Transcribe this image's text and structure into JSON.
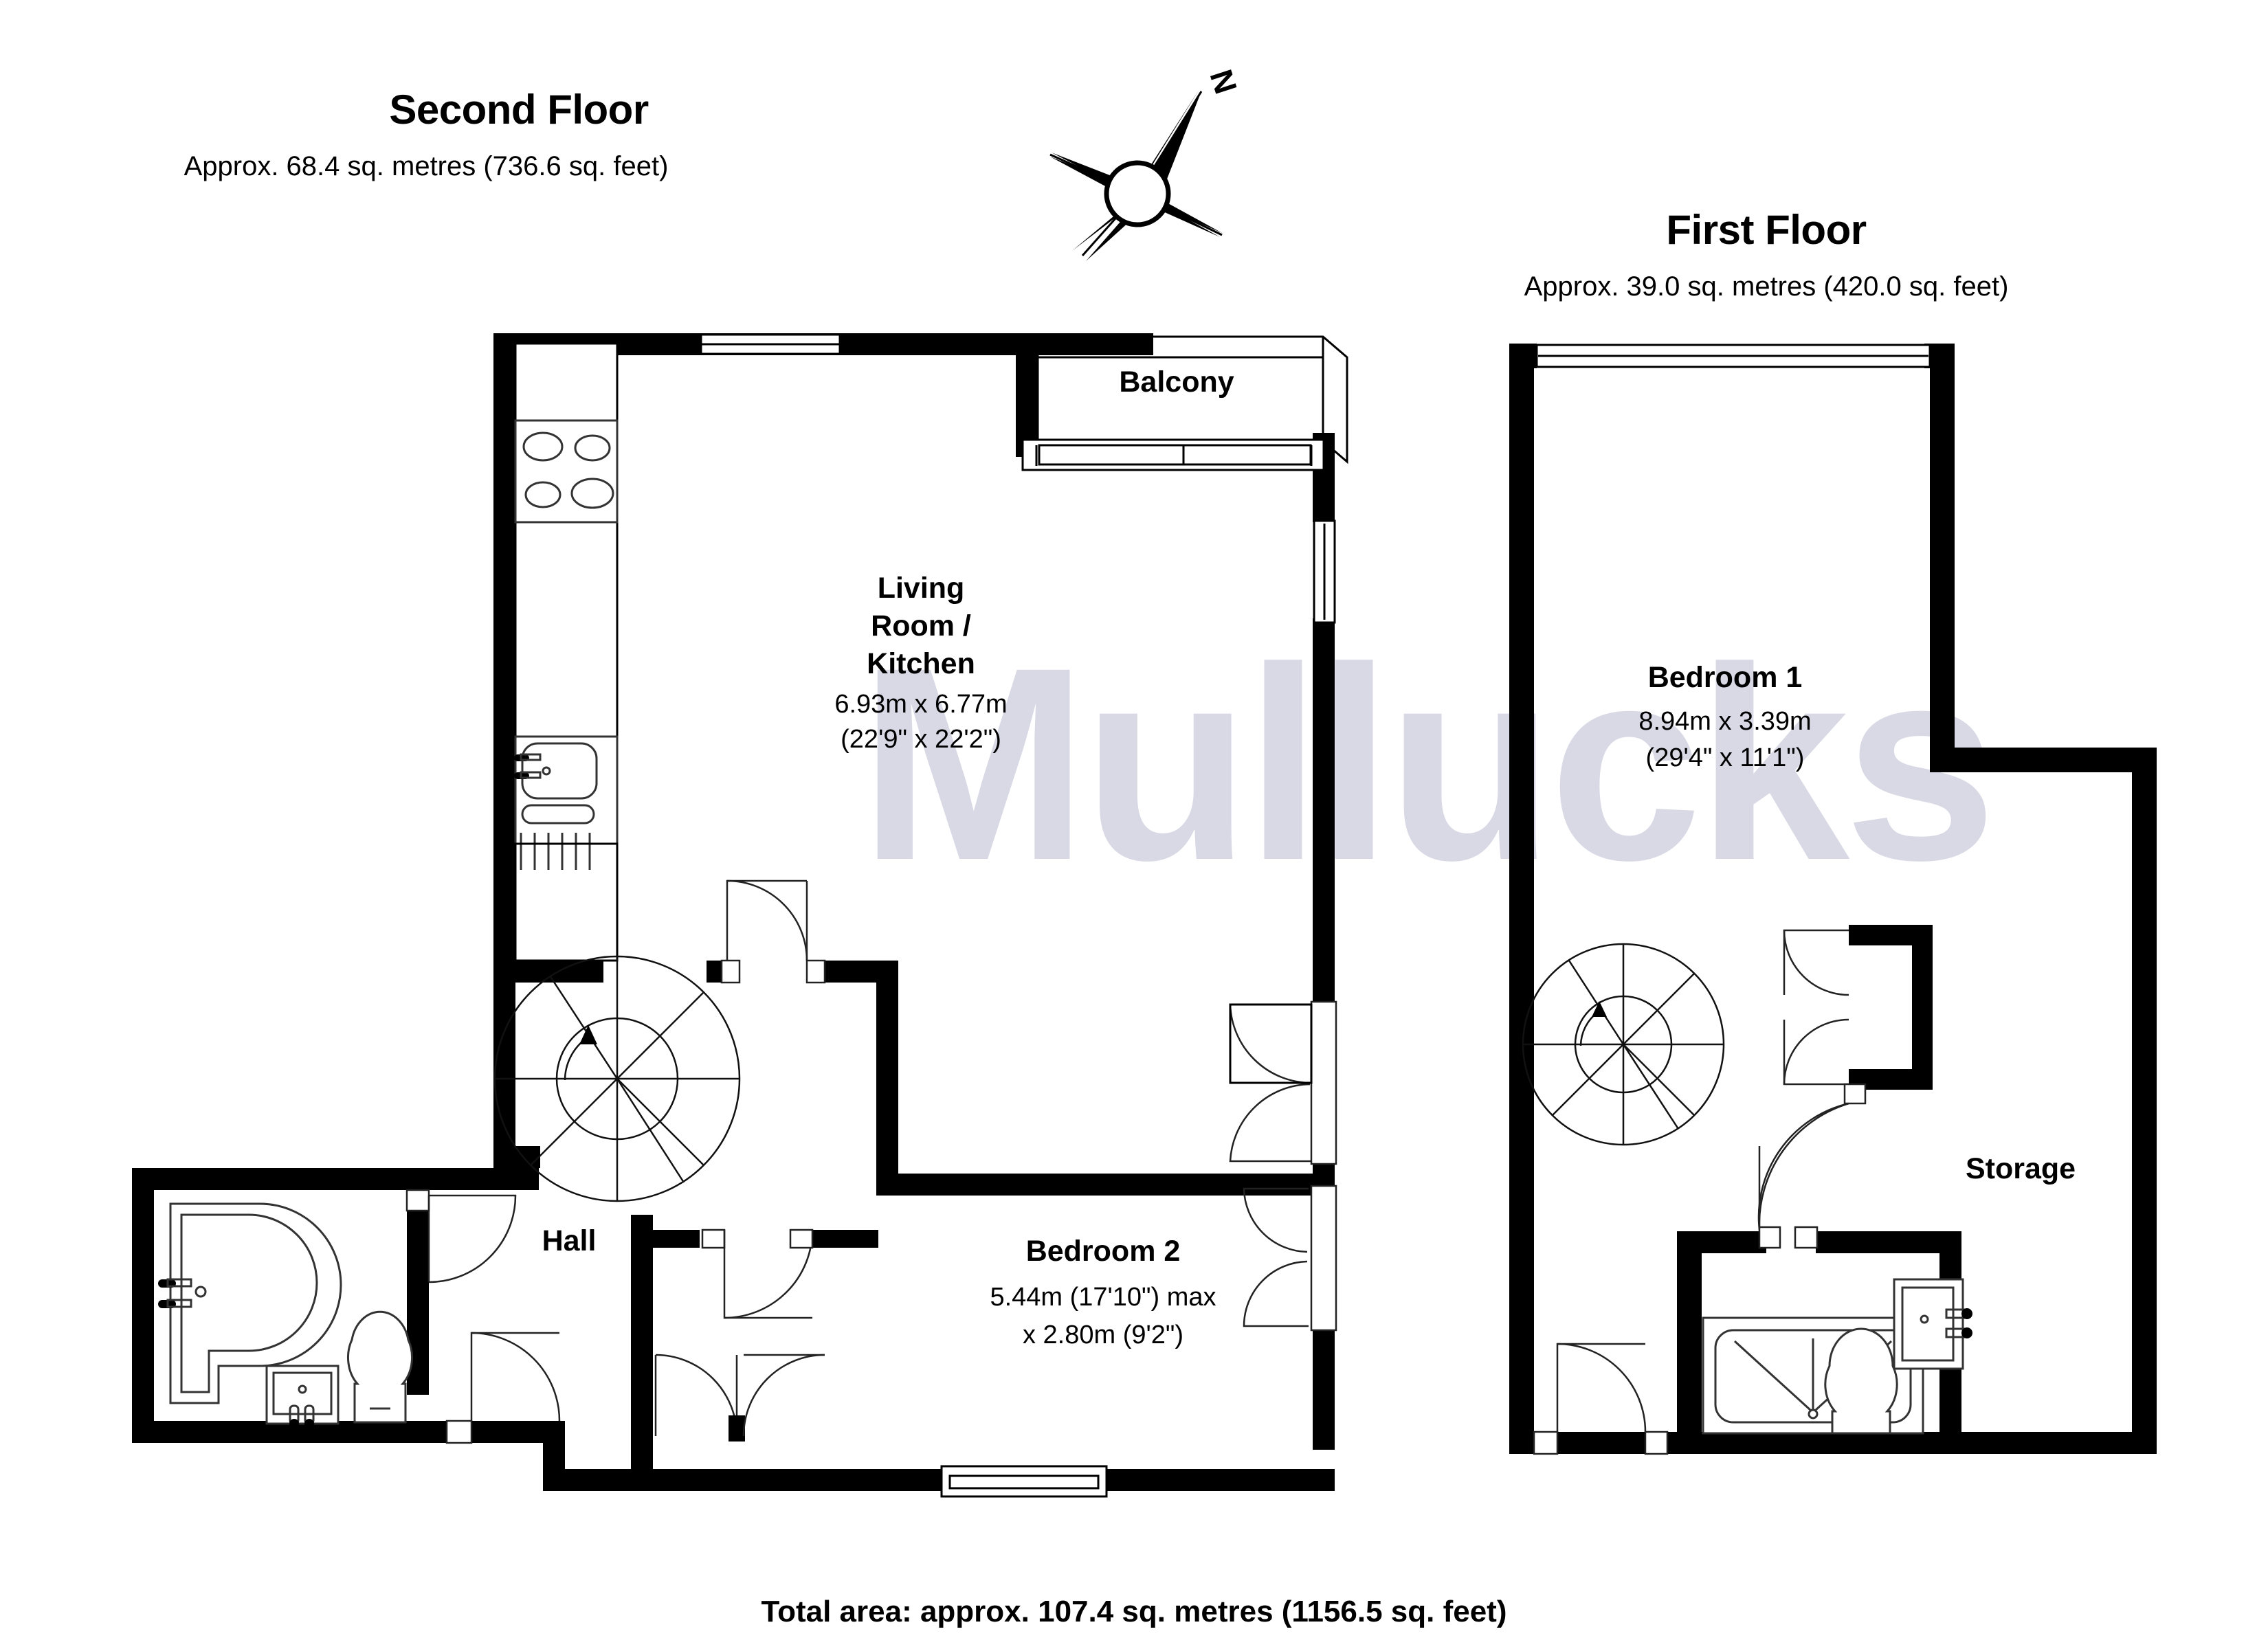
{
  "document": {
    "type": "floor-plan",
    "watermark": "Mullucks",
    "watermark_color": "#d9d9e6",
    "ink_color": "#000000",
    "background": "#ffffff"
  },
  "compass": {
    "name": "north-compass-rose",
    "north_label": "N"
  },
  "floors": [
    {
      "id": "second-floor",
      "title": "Second Floor",
      "area": "Approx. 68.4 sq. metres (736.6 sq. feet)",
      "rooms": [
        {
          "id": "living-room-kitchen",
          "name_lines": [
            "Living",
            "Room /",
            "Kitchen"
          ],
          "name": "Living Room / Kitchen",
          "dim_metric": "6.93m x 6.77m",
          "dim_imperial": "(22'9\" x 22'2\")"
        },
        {
          "id": "balcony",
          "name": "Balcony",
          "dim_metric": "",
          "dim_imperial": ""
        },
        {
          "id": "hall",
          "name": "Hall",
          "dim_metric": "",
          "dim_imperial": ""
        },
        {
          "id": "bedroom-2",
          "name": "Bedroom 2",
          "dim_metric": "5.44m (17'10\") max",
          "dim_imperial": "x 2.80m (9'2\")"
        }
      ],
      "fixtures": [
        "hob",
        "sink",
        "drainer",
        "bath",
        "wash-basin",
        "wc",
        "stairs-up",
        "wardrobe"
      ]
    },
    {
      "id": "first-floor",
      "title": "First Floor",
      "area": "Approx. 39.0 sq. metres (420.0 sq. feet)",
      "rooms": [
        {
          "id": "bedroom-1",
          "name": "Bedroom 1",
          "dim_metric": "8.94m x 3.39m",
          "dim_imperial": "(29'4\" x 11'1\")"
        },
        {
          "id": "storage",
          "name": "Storage",
          "dim_metric": "",
          "dim_imperial": ""
        }
      ],
      "fixtures": [
        "shower-tray",
        "wash-basin",
        "wc",
        "stairs-up",
        "storage-doors"
      ]
    }
  ],
  "footer": {
    "total_area": "Total area: approx. 107.4 sq. metres (1156.5 sq. feet)"
  }
}
